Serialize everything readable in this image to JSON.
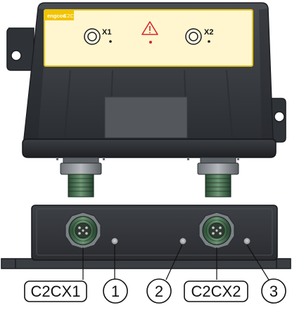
{
  "brand": {
    "name": "engcon",
    "product": "C2C"
  },
  "panel": {
    "port_x1": "X1",
    "port_x2": "X2",
    "warning_icon": "warning-triangle-icon"
  },
  "callouts": {
    "connector_1": "C2CX1",
    "indicator_1": "1",
    "indicator_2": "2",
    "connector_2": "C2CX2",
    "indicator_3": "3"
  },
  "colors": {
    "housing": "#3a3d41",
    "housing_dark": "#23262a",
    "label_panel": "#fff6cf",
    "label_border": "#e3c21a",
    "brand_bar": "#f2c400",
    "warning": "#d7262b",
    "led": "#a9aaab"
  }
}
